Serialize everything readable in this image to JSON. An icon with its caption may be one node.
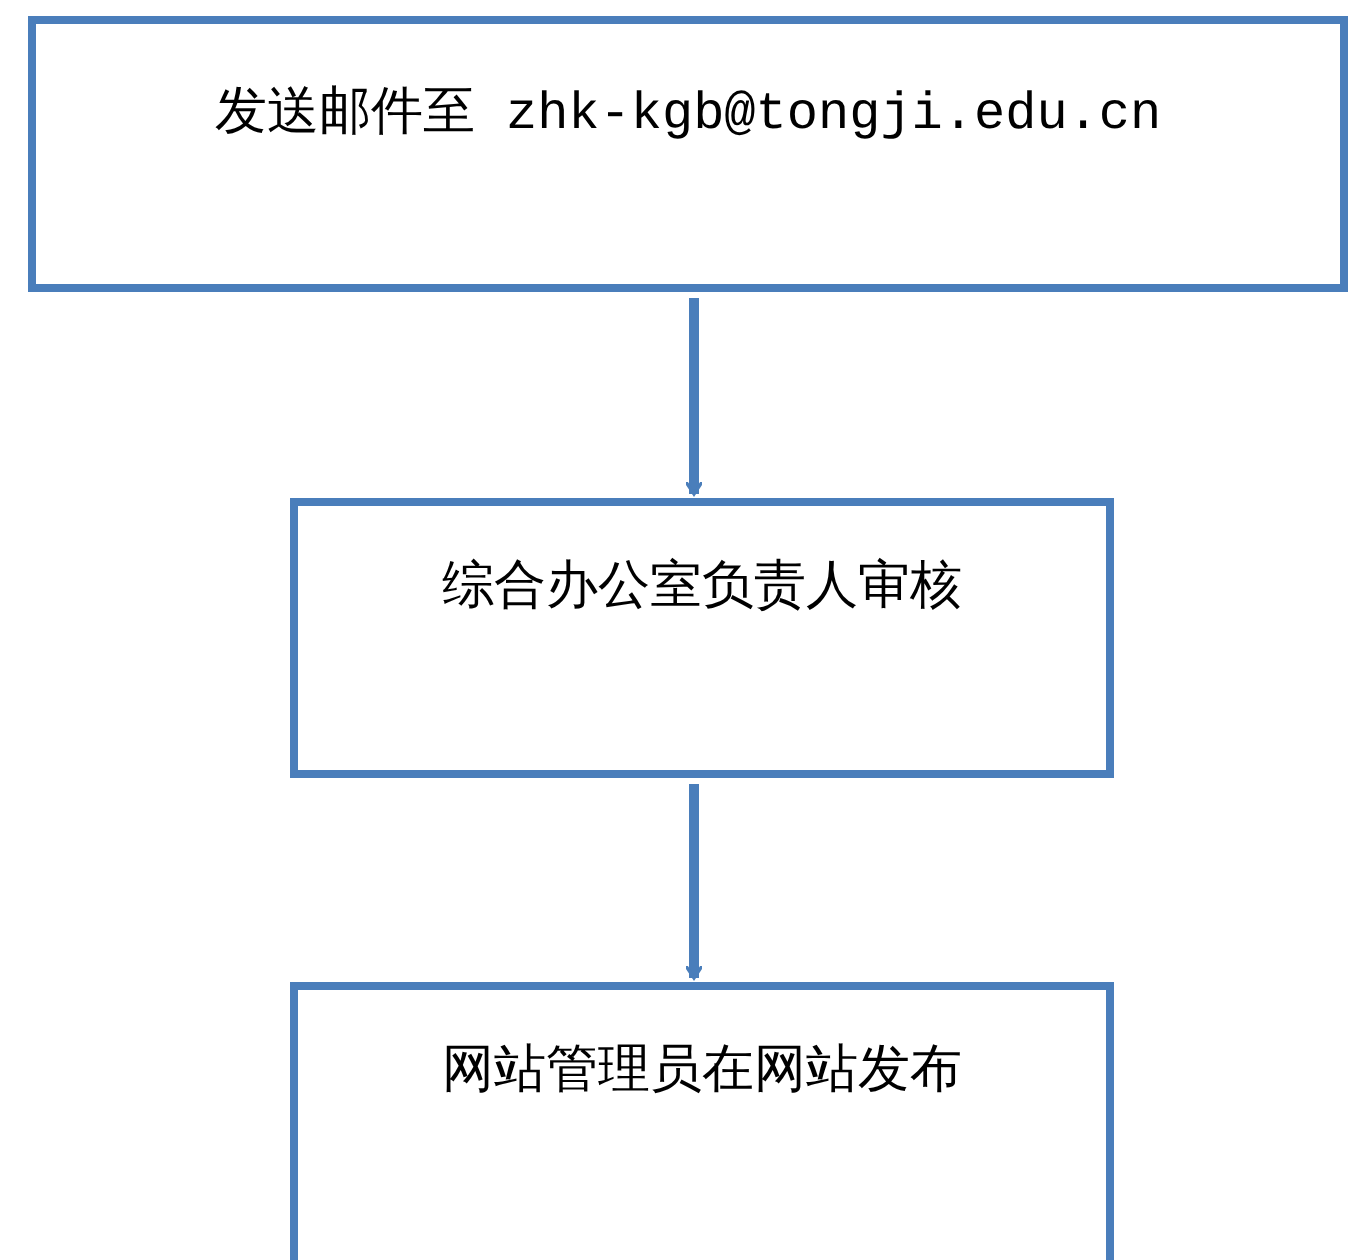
{
  "diagram": {
    "nodes": [
      {
        "text": [
          "发送邮件至 zhk-kgb@tongji.edu.cn"
        ]
      },
      {
        "text": [
          "综合办公室负责人审核"
        ]
      },
      {
        "text": [
          "网站管理员在网站发布"
        ]
      }
    ],
    "edges": [
      {
        "from": 0,
        "to": 1,
        "arrow": "to"
      },
      {
        "from": 1,
        "to": 2,
        "arrow": "to"
      }
    ]
  }
}
